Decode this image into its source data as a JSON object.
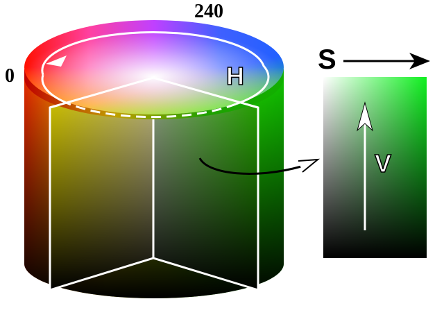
{
  "labels": {
    "hue_240": "240",
    "hue_0": "0",
    "hue": "H",
    "saturation": "S",
    "value": "V"
  },
  "colors": {
    "red": "#ff0000",
    "yellow": "#ffff00",
    "green": "#00ff00",
    "cyan": "#00ffff",
    "blue": "#0000ff",
    "magenta": "#ff00ff",
    "black": "#000000",
    "white": "#ffffff"
  }
}
